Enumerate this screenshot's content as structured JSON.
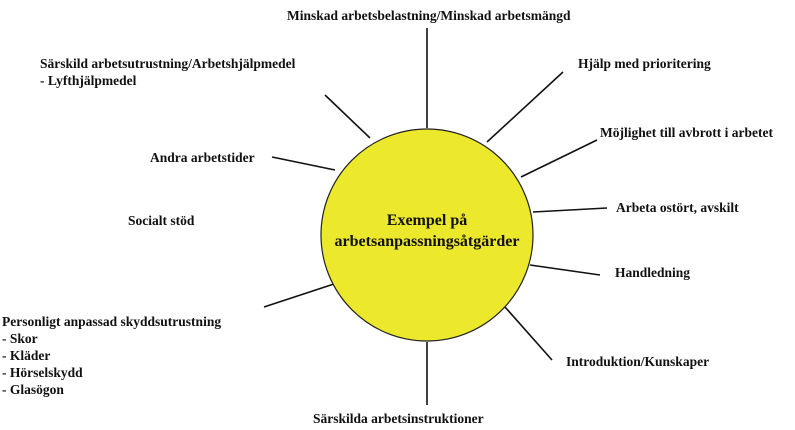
{
  "center": {
    "line1": "Exempel på",
    "line2": "arbetsanpassningsåtgärder",
    "fill": "#ece82b"
  },
  "items": {
    "top": "Minskad arbetsbelastning/Minskad arbetsmängd",
    "prioritering": "Hjälp med prioritering",
    "avbrott": "Möjlighet till avbrott i arbetet",
    "ostort": "Arbeta ostört, avskilt",
    "handledning": "Handledning",
    "introduktion": "Introduktion/Kunskaper",
    "instruktioner": "Särskilda arbetsinstruktioner",
    "skydd": {
      "title": "Personligt anpassad skyddsutrustning",
      "sub": [
        "- Skor",
        "- Kläder",
        "- Hörselskydd",
        "- Glasögon"
      ]
    },
    "socialt": "Socialt stöd",
    "arbetstider": "Andra arbetstider",
    "utrustning": {
      "title": "Särskild arbetsutrustning/Arbetshjälpmedel",
      "sub": "- Lyfthjälpmedel"
    }
  }
}
